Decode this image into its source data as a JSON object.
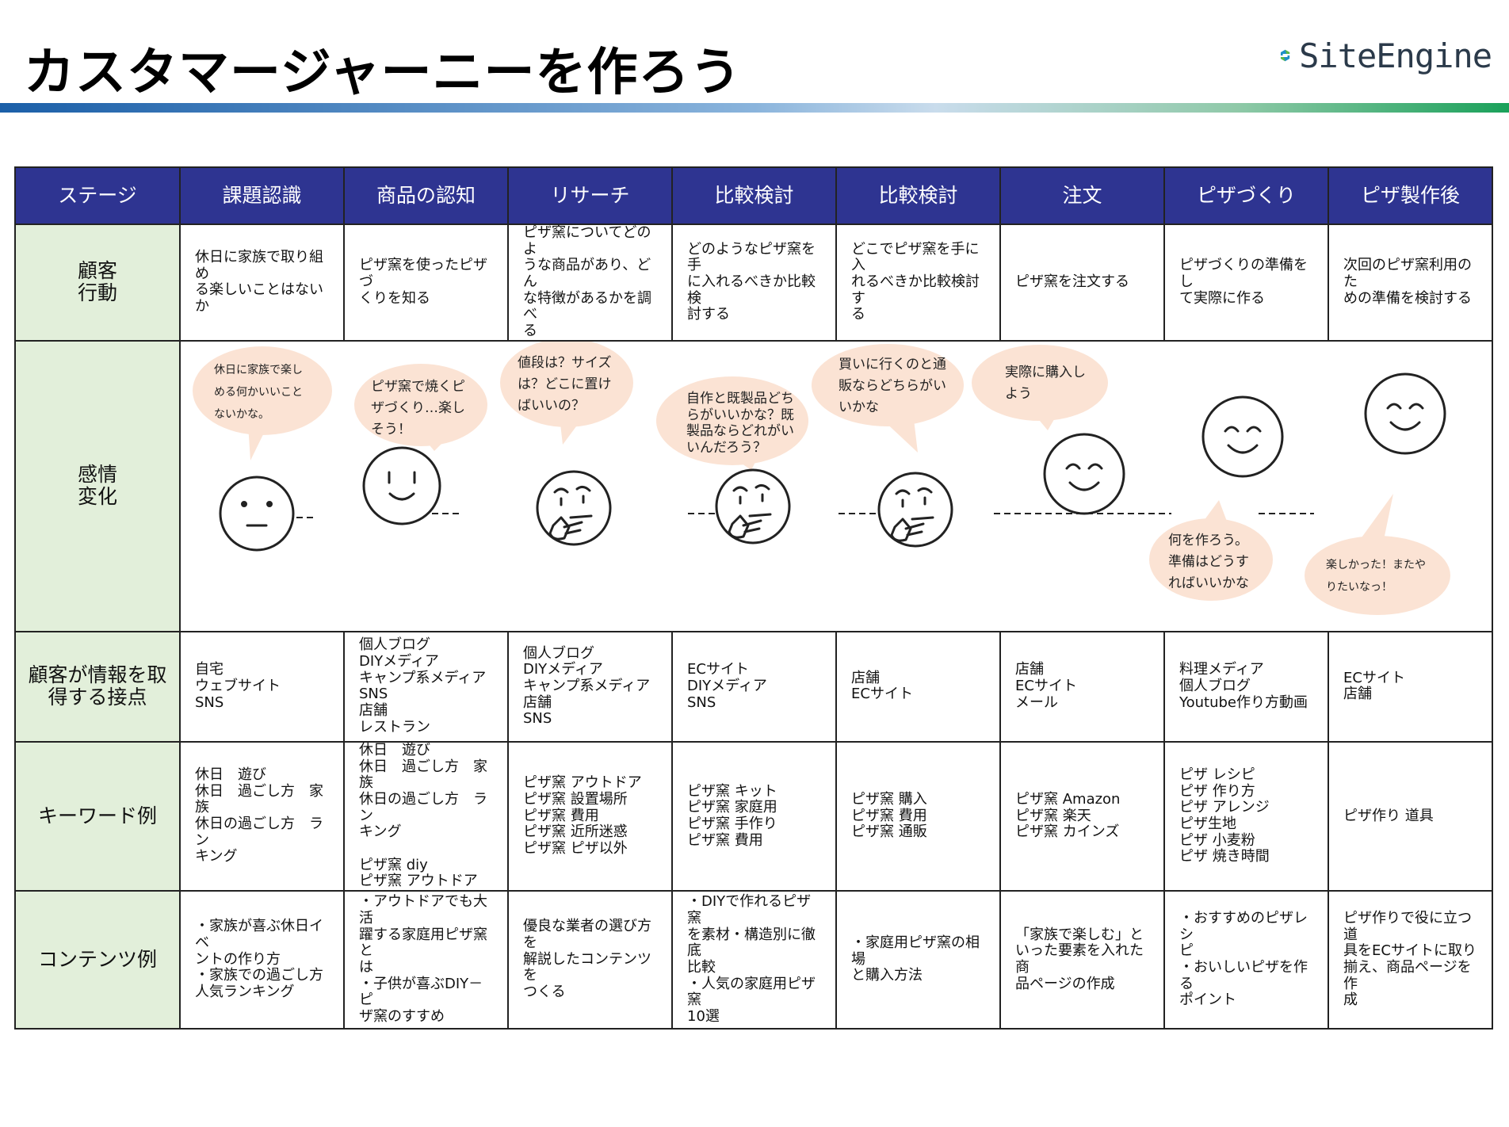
{
  "page_title": "カスタマージャーニーを作ろう",
  "logo_text": "SiteEngine",
  "colors": {
    "header_fill": "#2e3491",
    "row_header_fill": "#e2efda",
    "bubble_fill": "#fbe3d4",
    "bar_start": "#1b5fa8",
    "bar_end": "#1aa15a"
  },
  "table": {
    "stage_label": "ステージ",
    "stages": [
      "課題認識",
      "商品の認知",
      "リサーチ",
      "比較検討",
      "比較検討",
      "注文",
      "ピザづくり",
      "ピザ製作後"
    ],
    "rows": {
      "action": {
        "label": "顧客\n行動",
        "cells": [
          "休日に家族で取り組め\nる楽しいことはないか",
          "ピザ窯を使ったピザづ\nくりを知る",
          "ピザ窯についてどのよ\nうな商品があり、どん\nな特徴があるかを調べ\nる",
          "どのようなピザ窯を手\nに入れるべきか比較検\n討する",
          "どこでピザ窯を手に入\nれるべきか比較検討す\nる",
          "ピザ窯を注文する",
          "ピザづくりの準備をし\nて実際に作る",
          "次回のピザ窯利用のた\nめの準備を検討する"
        ]
      },
      "emotion": {
        "label": "感情\n変化",
        "bubbles": [
          {
            "text": "休日に家族で楽し\nめる何かいいこと\nないかな。",
            "face": "neutral-face-icon"
          },
          {
            "text": "ピザ窯で焼くピ\nザづくり…楽し\nそう！",
            "face": "smile-face-icon"
          },
          {
            "text": "値段は？サイズ\nは？どこに置け\nばいいの？",
            "face": "thinking-face-icon"
          },
          {
            "text": "自作と既製品どち\nらがいいかな？既\n製品ならどれがい\nいんだろう？",
            "face": "thinking-face-icon"
          },
          {
            "text": "買いに行くのと通\n販ならどちらがい\nいかな",
            "face": "thinking-face-icon"
          },
          {
            "text": "実際に購入し\nよう",
            "face": "smile-face-icon"
          },
          {
            "text": "何を作ろう。\n準備はどうす\nればいいかな",
            "face": "smile-face-icon"
          },
          {
            "text": "楽しかった！またや\nりたいなっ！",
            "face": "smile-face-icon"
          }
        ]
      },
      "touchpoint": {
        "label": "顧客が情報を取\n得する接点",
        "cells": [
          "自宅\nウェブサイト\nSNS",
          "個人ブログ\nDIYメディア\nキャンプ系メディア\nSNS\n店舗\nレストラン",
          "個人ブログ\nDIYメディア\nキャンプ系メディア\n店舗\nSNS",
          "ECサイト\nDIYメディア\nSNS",
          "店舗\nECサイト",
          "店舗\nECサイト\nメール",
          "料理メディア\n個人ブログ\nYoutube作り方動画",
          "ECサイト\n店舗"
        ]
      },
      "keyword": {
        "label": "キーワード例",
        "cells": [
          "休日　遊び\n休日　過ごし方　家族\n休日の過ごし方　ラン\nキング",
          "休日　遊び\n休日　過ごし方　家族\n休日の過ごし方　ラン\nキング\n\nピザ窯 diy\nピザ窯 アウトドア",
          "ピザ窯 アウトドア\nピザ窯 設置場所\nピザ窯 費用\nピザ窯 近所迷惑\nピザ窯 ピザ以外",
          "ピザ窯 キット\nピザ窯 家庭用\nピザ窯 手作り\nピザ窯 費用",
          "ピザ窯 購入\nピザ窯 費用\nピザ窯 通販",
          "ピザ窯 Amazon\nピザ窯 楽天\nピザ窯 カインズ",
          "ピザ レシピ\nピザ 作り方\nピザ アレンジ\nピザ生地\nピザ 小麦粉\nピザ 焼き時間",
          "ピザ作り 道具"
        ]
      },
      "content": {
        "label": "コンテンツ例",
        "cells": [
          "・家族が喜ぶ休日イベ\nントの作り方\n・家族での過ごし方\n人気ランキング",
          "・アウトドアでも大活\n躍する家庭用ピザ窯と\nは\n・子供が喜ぶDIY－ピ\nザ窯のすすめ",
          "優良な業者の選び方を\n解説したコンテンツを\nつくる",
          "・DIYで作れるピザ窯\nを素材・構造別に徹底\n比較\n・人気の家庭用ピザ窯\n10選",
          "・家庭用ピザ窯の相場\nと購入方法",
          "「家族で楽しむ」と\nいった要素を入れた商\n品ページの作成",
          "・おすすめのピザレシ\nピ\n・おいしいピザを作る\nポイント",
          "ピザ作りで役に立つ道\n具をECサイトに取り\n揃え、商品ページを作\n成"
        ]
      }
    }
  }
}
